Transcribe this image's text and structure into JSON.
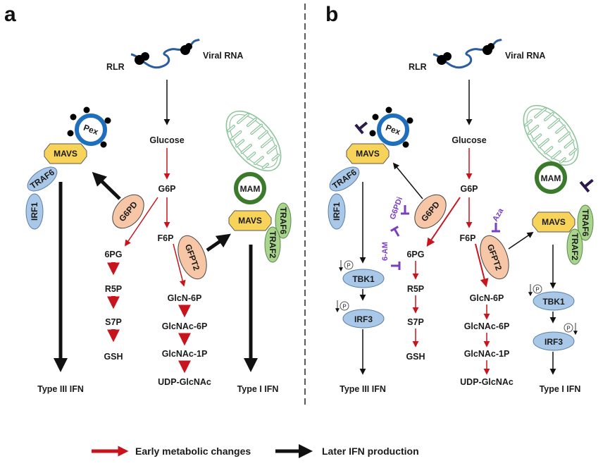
{
  "figure": {
    "divider": "dashed-vertical-line",
    "colors": {
      "early_arrow": "#c8141c",
      "later_arrow": "#000000",
      "inhibitor": "#7a3fc0",
      "inhibitor_bar_dark": "#2b1a4a",
      "rna": "#2a5d9f",
      "pex_ring": "#1f6fbf",
      "mavs_fill": "#f7d35a",
      "traf_blue": "#a9c8e8",
      "traf_green": "#a8d48c",
      "enzyme_fill": "#f6c6a6",
      "mam_ring": "#3b7a2a",
      "mito_outline": "#8cc49c"
    }
  },
  "panels": [
    {
      "label": "a",
      "rlr": "RLR",
      "viral_rna": "Viral RNA",
      "glucose": "Glucose",
      "g6p": "G6P",
      "f6p": "F6P",
      "pex": "Pex",
      "mavs_pex": "MAVS",
      "traf6_left": "TRAF6",
      "irf1": "IRF1",
      "g6pd": "G6PD",
      "ppp": [
        "6PG",
        "R5P",
        "S7P",
        "GSH"
      ],
      "gfpt2": "GFPT2",
      "hbp": [
        "GlcN-6P",
        "GlcNAc-6P",
        "GlcNAc-1P",
        "UDP-GlcNAc"
      ],
      "mam": "MAM",
      "mavs_mam": "MAVS",
      "traf6_right": "TRAF6",
      "traf2": "TRAF2",
      "type3": "Type III IFN",
      "type1": "Type I IFN"
    },
    {
      "label": "b",
      "rlr": "RLR",
      "viral_rna": "Viral RNA",
      "glucose": "Glucose",
      "g6p": "G6P",
      "f6p": "F6P",
      "pex": "Pex",
      "mavs_pex": "MAVS",
      "traf6_left": "TRAF6",
      "irf1": "IRF1",
      "g6pd": "G6PD",
      "ppp": [
        "6PG",
        "R5P",
        "S7P",
        "GSH"
      ],
      "gfpt2": "GFPT2",
      "hbp": [
        "GlcN-6P",
        "GlcNAc-6P",
        "GlcNAc-1P",
        "UDP-GlcNAc"
      ],
      "mam": "MAM",
      "mavs_mam": "MAVS",
      "traf6_right": "TRAF6",
      "traf2": "TRAF2",
      "tbk1_left": "TBK1",
      "irf3_left": "IRF3",
      "tbk1_right": "TBK1",
      "irf3_right": "IRF3",
      "phospho": "P",
      "inhibitors": {
        "g6pdi": "G6PDi",
        "six_am": "6-AM",
        "aza": "Aza"
      },
      "type3": "Type III IFN",
      "type1": "Type I IFN"
    }
  ],
  "legend": {
    "early": "Early metabolic changes",
    "later": "Later IFN production"
  }
}
